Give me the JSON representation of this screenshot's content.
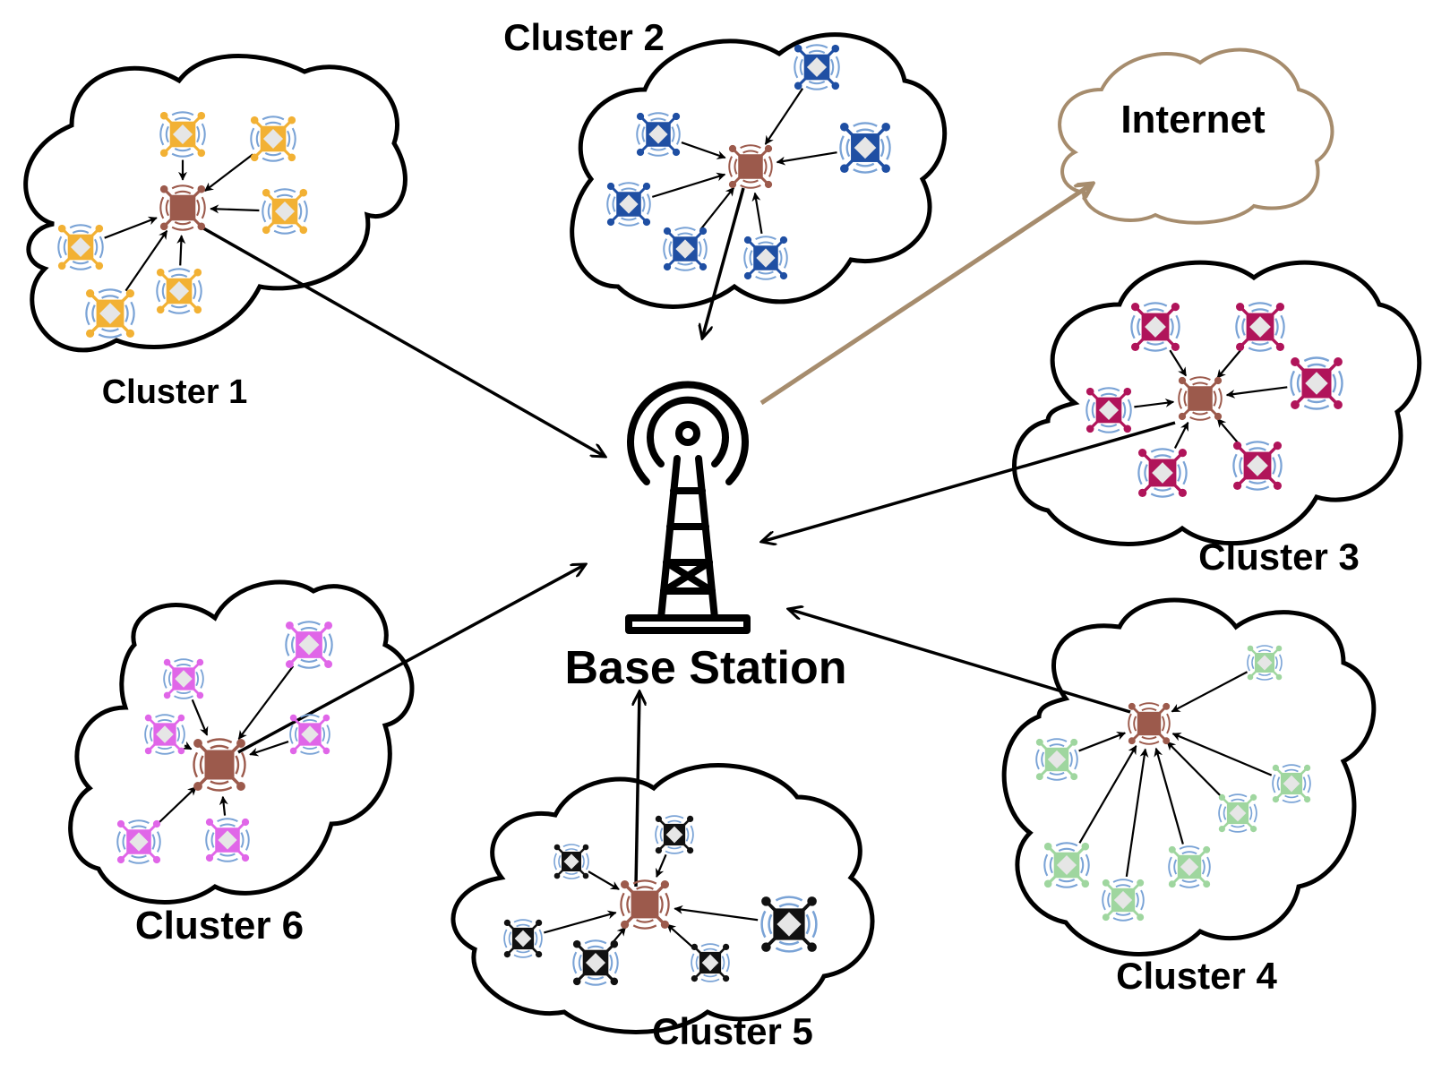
{
  "labels": {
    "base_station": "Base Station",
    "internet": "Internet",
    "cluster1": "Cluster 1",
    "cluster2": "Cluster 2",
    "cluster3": "Cluster 3",
    "cluster4": "Cluster 4",
    "cluster5": "Cluster 5",
    "cluster6": "Cluster 6"
  },
  "colors": {
    "cluster1": "#f2b134",
    "cluster2": "#1f4fa3",
    "cluster3": "#b0145a",
    "cluster4": "#9fd69f",
    "cluster5": "#111111",
    "cluster6": "#e066e8",
    "head": "#9c5a4c",
    "internet_link": "#a68c6d",
    "wave": "#7aa3d6"
  },
  "icons": {
    "member_drone": "quad-drone-icon",
    "cluster_head": "cluster-head-drone-icon",
    "tower": "radio-tower-icon",
    "cloud": "cloud-icon"
  }
}
